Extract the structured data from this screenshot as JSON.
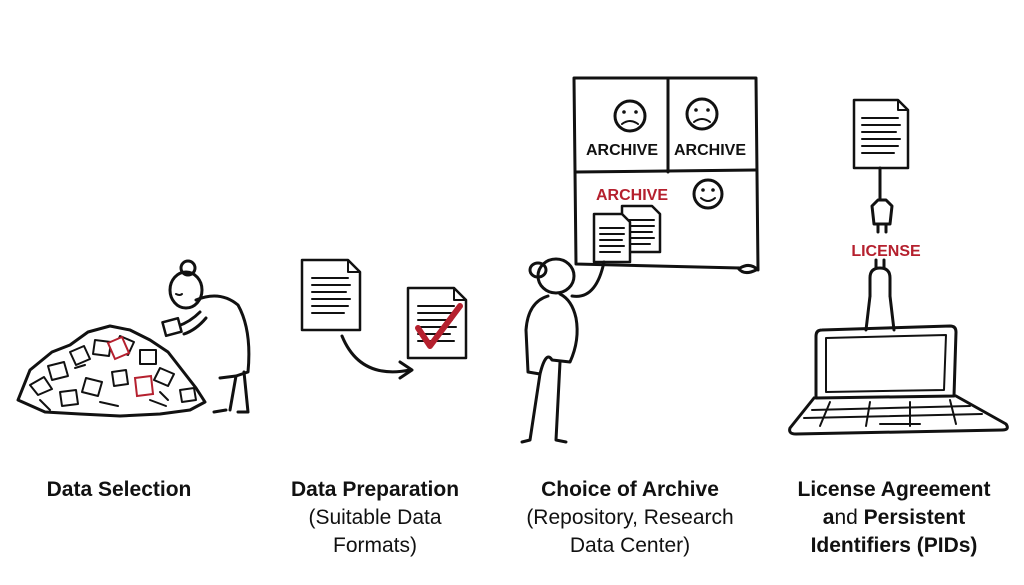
{
  "colors": {
    "ink": "#111111",
    "accent_red": "#b5202e"
  },
  "archive_board": {
    "label_top_left": "ARCHIVE",
    "label_top_right": "ARCHIVE",
    "label_bottom": "ARCHIVE"
  },
  "license_tag": "LICENSE",
  "steps": [
    {
      "title": "Data Selection"
    },
    {
      "title": "Data Preparation",
      "subtitle_line1": "(Suitable Data",
      "subtitle_line2": "Formats)"
    },
    {
      "title": "Choice of Archive",
      "subtitle_line1": "(Repository, Research",
      "subtitle_line2": "Data Center)"
    },
    {
      "title_line1": "License Agreement",
      "title_line2_bold_a": "a",
      "title_line2_normal": "nd ",
      "title_line2_bold_b": "Persistent",
      "title_line3": "Identifiers (PIDs)"
    }
  ],
  "icons": [
    "paper-pile-icon",
    "person-reading-icon",
    "document-icon",
    "checked-document-icon",
    "curved-arrow-icon",
    "archive-board-icon",
    "sad-face-icon",
    "happy-face-icon",
    "person-reaching-icon",
    "plug-icon",
    "laptop-icon"
  ]
}
